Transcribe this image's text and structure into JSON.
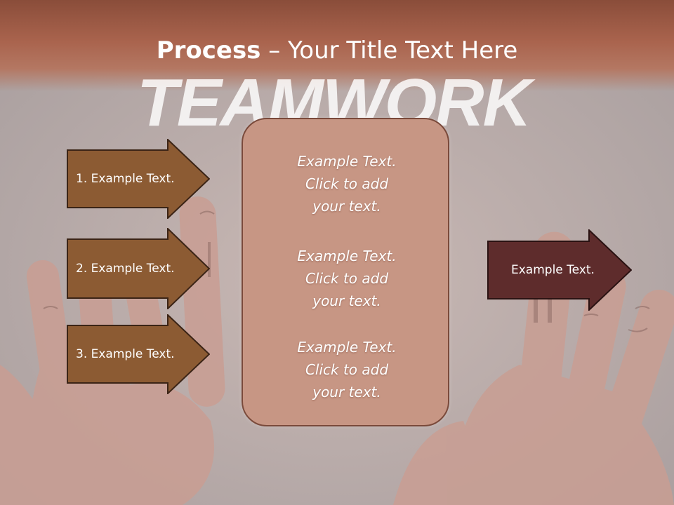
{
  "slide": {
    "title_bold": "Process",
    "title_rest": " – Your Title Text Here",
    "watermark": "TEAMWORK"
  },
  "left_arrows": [
    {
      "label": "1. Example Text."
    },
    {
      "label": "2. Example Text."
    },
    {
      "label": "3. Example Text."
    }
  ],
  "center_box": {
    "blocks": [
      {
        "lines": [
          "Example Text.",
          "Click  to add",
          "your text."
        ]
      },
      {
        "lines": [
          "Example Text.",
          "Click  to add",
          "your text."
        ]
      },
      {
        "lines": [
          "Example Text.",
          "Click  to add",
          "your text."
        ]
      }
    ]
  },
  "right_arrow": {
    "label": "Example Text."
  },
  "colors": {
    "title_band": "#a9634d",
    "left_arrow_fill": "#8c5b33",
    "center_box_fill": "#c79684",
    "right_arrow_fill": "#5e2c2c"
  }
}
